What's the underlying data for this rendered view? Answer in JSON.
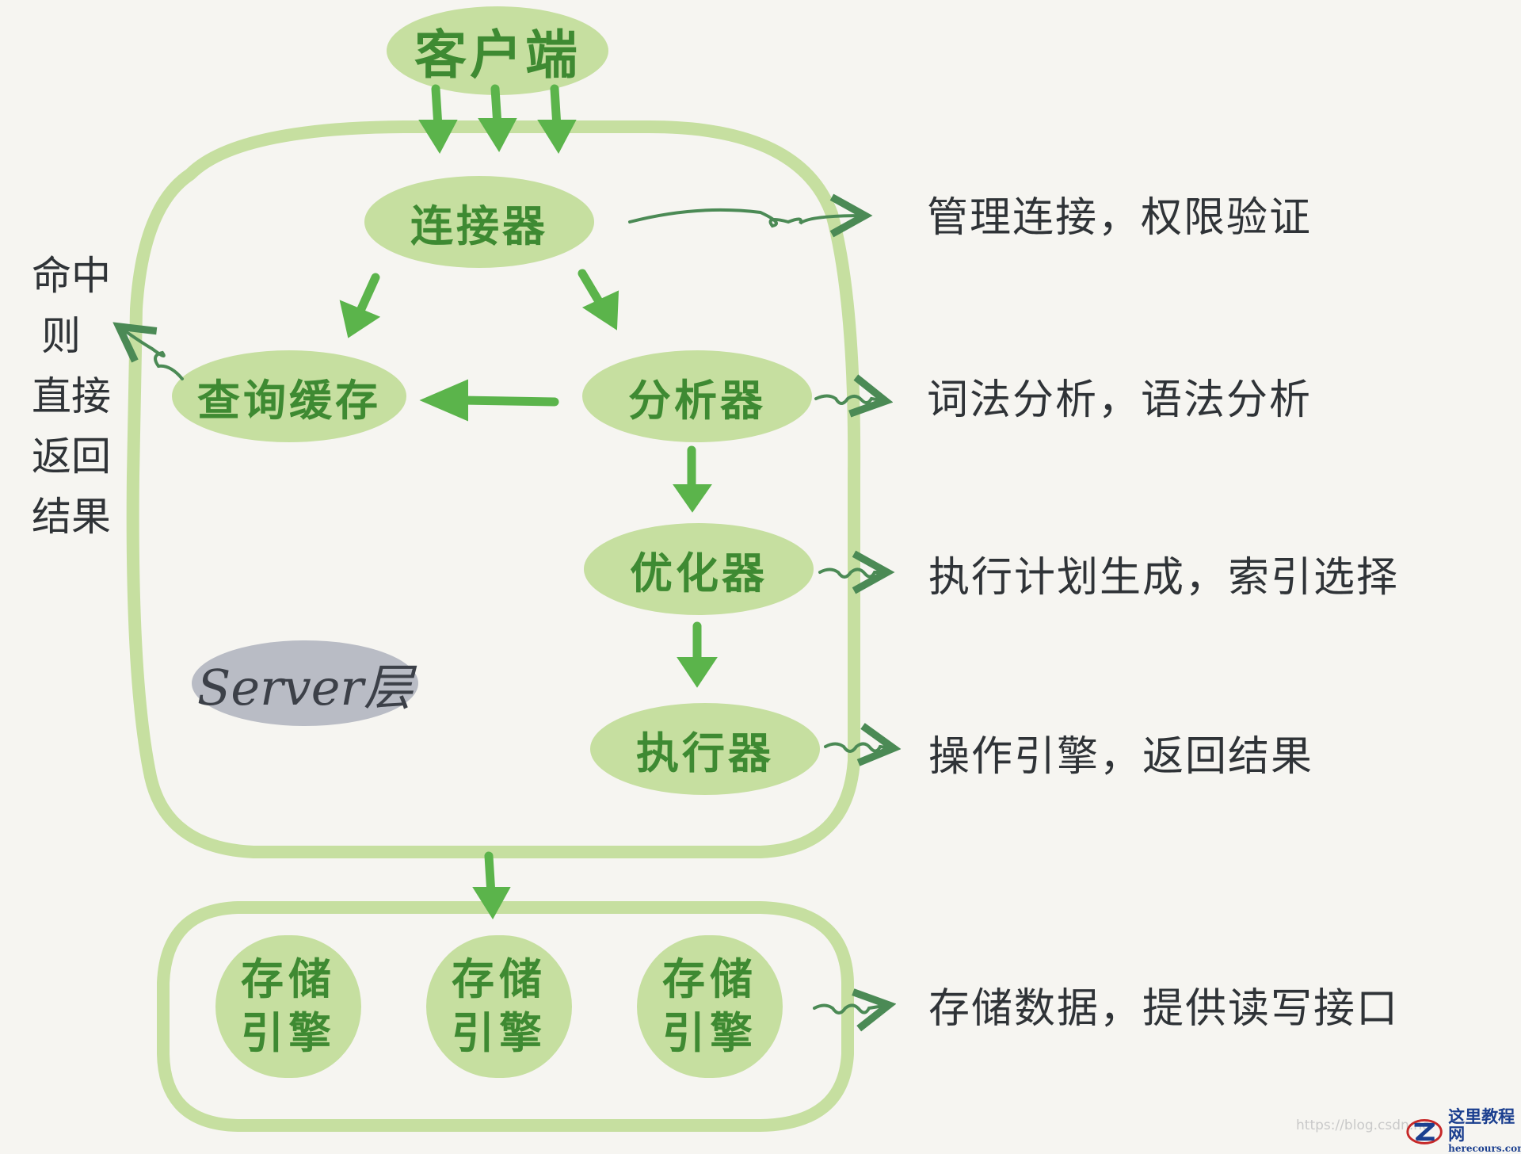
{
  "nodes": {
    "client": "客户端",
    "connector": "连接器",
    "query_cache": "查询缓存",
    "analyzer": "分析器",
    "optimizer": "优化器",
    "executor": "执行器",
    "server_layer": "Server层",
    "engines": [
      {
        "line1": "存储",
        "line2": "引擎"
      },
      {
        "line1": "存储",
        "line2": "引擎"
      },
      {
        "line1": "存储",
        "line2": "引擎"
      }
    ]
  },
  "annotations": {
    "connector": "管理连接，权限验证",
    "analyzer": "词法分析，语法分析",
    "optimizer": "执行计划生成，索引选择",
    "executor": "操作引擎，返回结果",
    "engine": "存储数据，提供读写接口",
    "cache_hit_lines": [
      "命中",
      "则",
      "直接",
      "返回",
      "结果"
    ]
  },
  "watermark": {
    "url": "https://blog.csdn.ne",
    "logo_title": "这里教程网",
    "logo_sub": "herecours.com"
  },
  "colors": {
    "bubble_fill": "#c6dfa0",
    "frame_stroke": "#c6dfa0",
    "arrow_green": "#5bb44b",
    "connector_arrow": "#4b8a55",
    "label_green": "#3e8a32",
    "server_badge": "#b9bcc5",
    "note_text": "#2f3337"
  }
}
